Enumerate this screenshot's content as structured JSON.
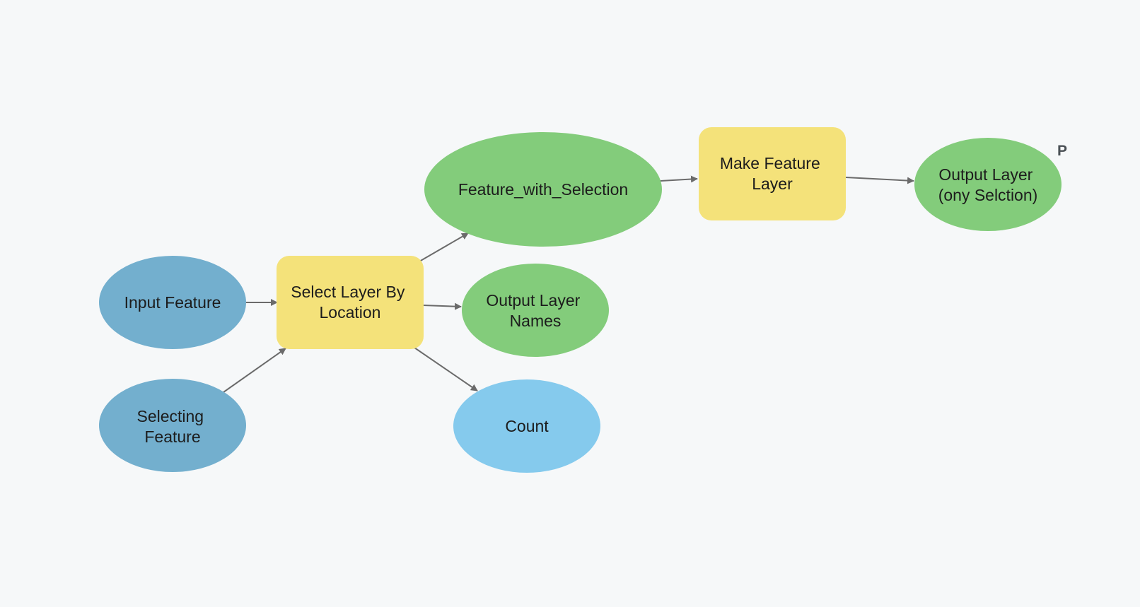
{
  "colors": {
    "background": "#f6f8f9",
    "input_data": "#73afce",
    "tool": "#f4e27a",
    "derived_data": "#83cc7b",
    "value": "#85caed",
    "edge": "#6b6b6b"
  },
  "nodes": {
    "input_feature": {
      "lines": [
        "Input Feature"
      ]
    },
    "selecting_feature": {
      "lines": [
        "Selecting",
        "Feature"
      ]
    },
    "select_layer_by_location": {
      "lines": [
        "Select Layer By",
        "Location"
      ]
    },
    "feature_with_selection": {
      "lines": [
        "Feature_with_Selection"
      ]
    },
    "output_layer_names": {
      "lines": [
        "Output Layer",
        "Names"
      ]
    },
    "count": {
      "lines": [
        "Count"
      ]
    },
    "make_feature_layer": {
      "lines": [
        "Make Feature",
        "Layer"
      ]
    },
    "output_layer_only_selection": {
      "lines": [
        "Output Layer",
        "(ony Selction)"
      ],
      "parameter_marker": "P"
    }
  }
}
